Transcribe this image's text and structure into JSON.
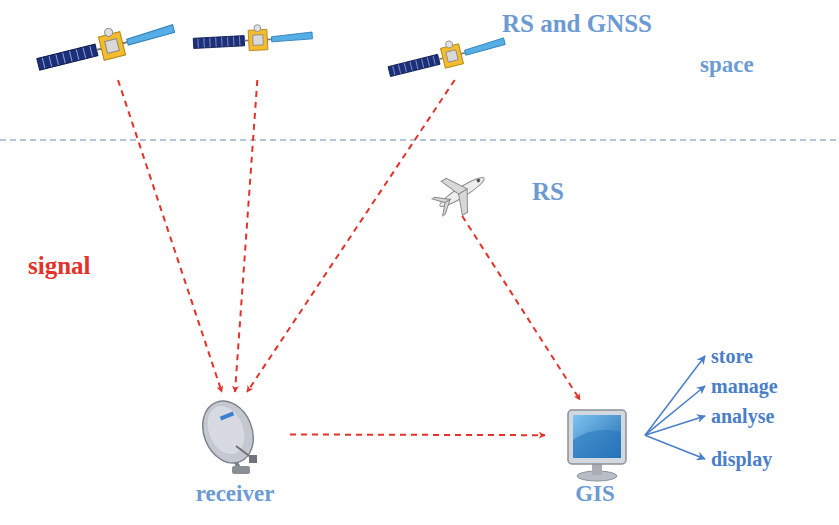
{
  "diagram": {
    "nodes": [
      {
        "text": [
          "RS and GNSS"
        ]
      },
      {
        "text": [
          "RS"
        ]
      },
      {
        "text": [
          "receiver"
        ]
      },
      {
        "text": [
          "GIS"
        ]
      },
      {
        "text": [
          "store"
        ]
      },
      {
        "text": [
          "manage"
        ]
      },
      {
        "text": [
          "analyse"
        ]
      },
      {
        "text": [
          "display"
        ]
      }
    ],
    "edges": [
      {
        "from": 0,
        "to": 2,
        "arrow": "to"
      },
      {
        "from": 0,
        "to": 2,
        "arrow": "to"
      },
      {
        "from": 0,
        "to": 2,
        "arrow": "to"
      },
      {
        "from": 1,
        "to": 3,
        "arrow": "to"
      },
      {
        "from": 2,
        "to": 3,
        "arrow": "to"
      },
      {
        "from": 3,
        "to": 4,
        "arrow": "to"
      },
      {
        "from": 3,
        "to": 5,
        "arrow": "to"
      },
      {
        "from": 3,
        "to": 6,
        "arrow": "to"
      },
      {
        "from": 3,
        "to": 7,
        "arrow": "to"
      }
    ],
    "labels": [
      "signal",
      "space"
    ]
  }
}
